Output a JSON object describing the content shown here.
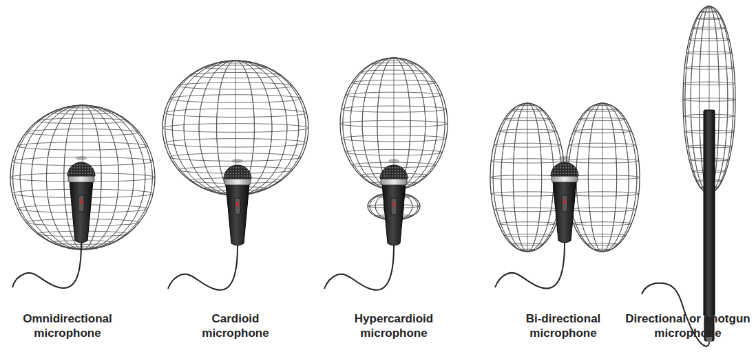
{
  "diagram": {
    "labels": [
      "Omnidirectional microphone",
      "Cardioid microphone",
      "Hypercardioid microphone",
      "Bi-directional microphone",
      "Directional or shotgun microphone"
    ]
  }
}
